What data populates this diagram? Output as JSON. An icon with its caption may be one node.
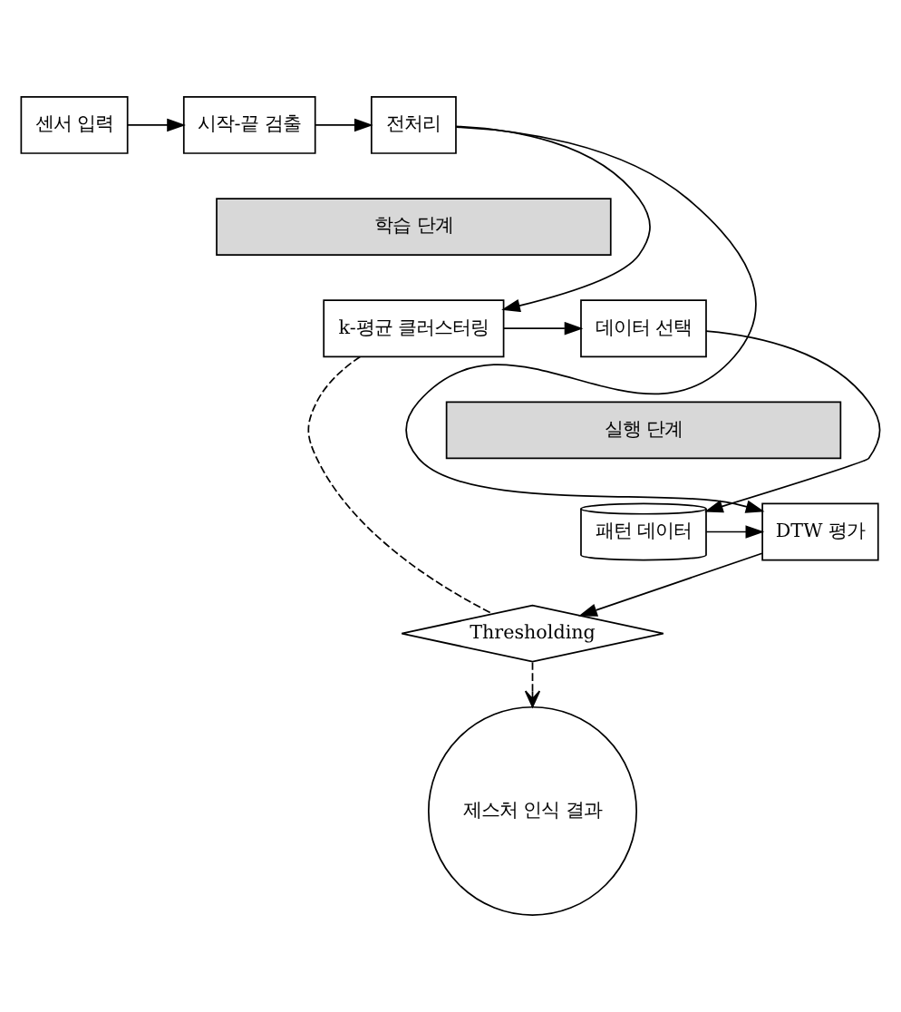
{
  "diagram": {
    "nodes": [
      {
        "text": [
          "센서 입력"
        ]
      },
      {
        "text": [
          "시작-끝 검출"
        ]
      },
      {
        "text": [
          "전처리"
        ]
      },
      {
        "text": [
          "학습 단계"
        ]
      },
      {
        "text": [
          "k-평균 클러스터링"
        ]
      },
      {
        "text": [
          "데이터 선택"
        ]
      },
      {
        "text": [
          "실행 단계"
        ]
      },
      {
        "text": [
          "패턴 데이터"
        ]
      },
      {
        "text": [
          "DTW 평가"
        ]
      },
      {
        "text": [
          "Thresholding"
        ]
      },
      {
        "text": [
          "제스처 인식 결과"
        ]
      }
    ],
    "edges": [
      {
        "from": 0,
        "to": 1,
        "arrow": "to"
      },
      {
        "from": 1,
        "to": 2,
        "arrow": "to"
      },
      {
        "from": 2,
        "to": 4,
        "arrow": "to"
      },
      {
        "from": 2,
        "to": 8,
        "arrow": "to"
      },
      {
        "from": 4,
        "to": 5,
        "arrow": "to"
      },
      {
        "from": 5,
        "to": 7,
        "arrow": "to"
      },
      {
        "from": 7,
        "to": 8,
        "arrow": "to"
      },
      {
        "from": 8,
        "to": 9,
        "arrow": "to"
      },
      {
        "from": 4,
        "to": 9,
        "arrow": "none",
        "style": "dashed"
      },
      {
        "from": 9,
        "to": 10,
        "arrow": "to",
        "style": "dashed"
      }
    ]
  }
}
